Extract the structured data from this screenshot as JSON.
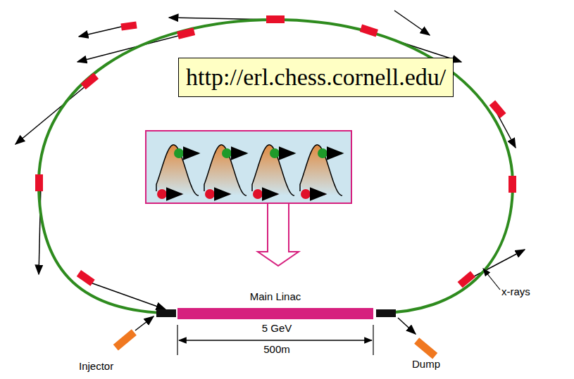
{
  "diagram": {
    "nodes": [
      {
        "text": [
          "http://erl.chess.cornell.edu/"
        ]
      },
      {
        "text": [
          "Main Linac"
        ]
      }
    ],
    "labels": [
      "5 GeV",
      "500m",
      "Injector",
      "Dump",
      "x-rays"
    ]
  }
}
